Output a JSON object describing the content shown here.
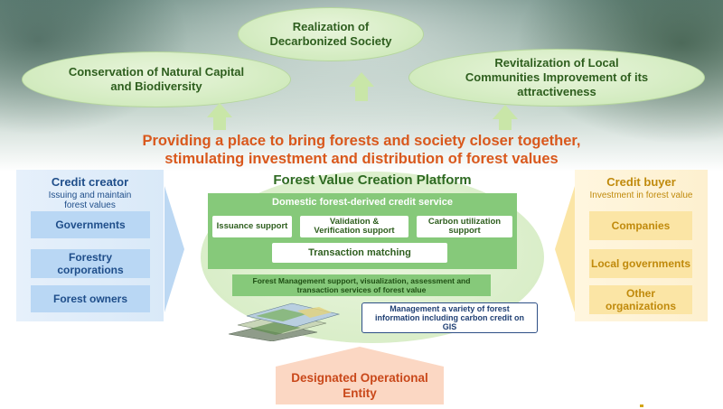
{
  "goals": {
    "decarbonized": "Realization of\nDecarbonized Society",
    "natural_capital": "Conservation of Natural Capital\nand Biodiversity",
    "local_communities": "Revitalization of Local\nCommunities Improvement of its\nattractiveness"
  },
  "headline": {
    "line1": "Providing a place to bring forests and society closer together,",
    "line2": "stimulating investment and distribution of forest values"
  },
  "creator": {
    "title": "Credit creator",
    "subtitle": "Issuing and maintain\nforest values",
    "items": [
      "Governments",
      "Forestry\ncorporations",
      "Forest owners"
    ]
  },
  "buyer": {
    "title": "Credit buyer",
    "subtitle": "Investment in forest value",
    "items": [
      "Companies",
      "Local governments",
      "Other\norganizations"
    ]
  },
  "platform": {
    "title": "Forest Value Creation Platform",
    "credit_service": {
      "title": "Domestic forest-derived credit service",
      "issuance": "Issuance support",
      "validation": "Validation &\nVerification support",
      "carbon": "Carbon utilization\nsupport",
      "matching": "Transaction matching"
    },
    "forest_management": "Forest Management support, visualization, assessment and\ntransaction services of forest value",
    "gis": "Management a variety of forest\ninformation including carbon credit on\nGIS"
  },
  "doe": "Designated Operational\nEntity",
  "colors": {
    "goal_text": "#2e5e1e",
    "headline": "#d9581c",
    "creator": "#1f4e8a",
    "buyer": "#c08a0c",
    "platform_green": "#86c97a",
    "doe": "#c9481a"
  }
}
